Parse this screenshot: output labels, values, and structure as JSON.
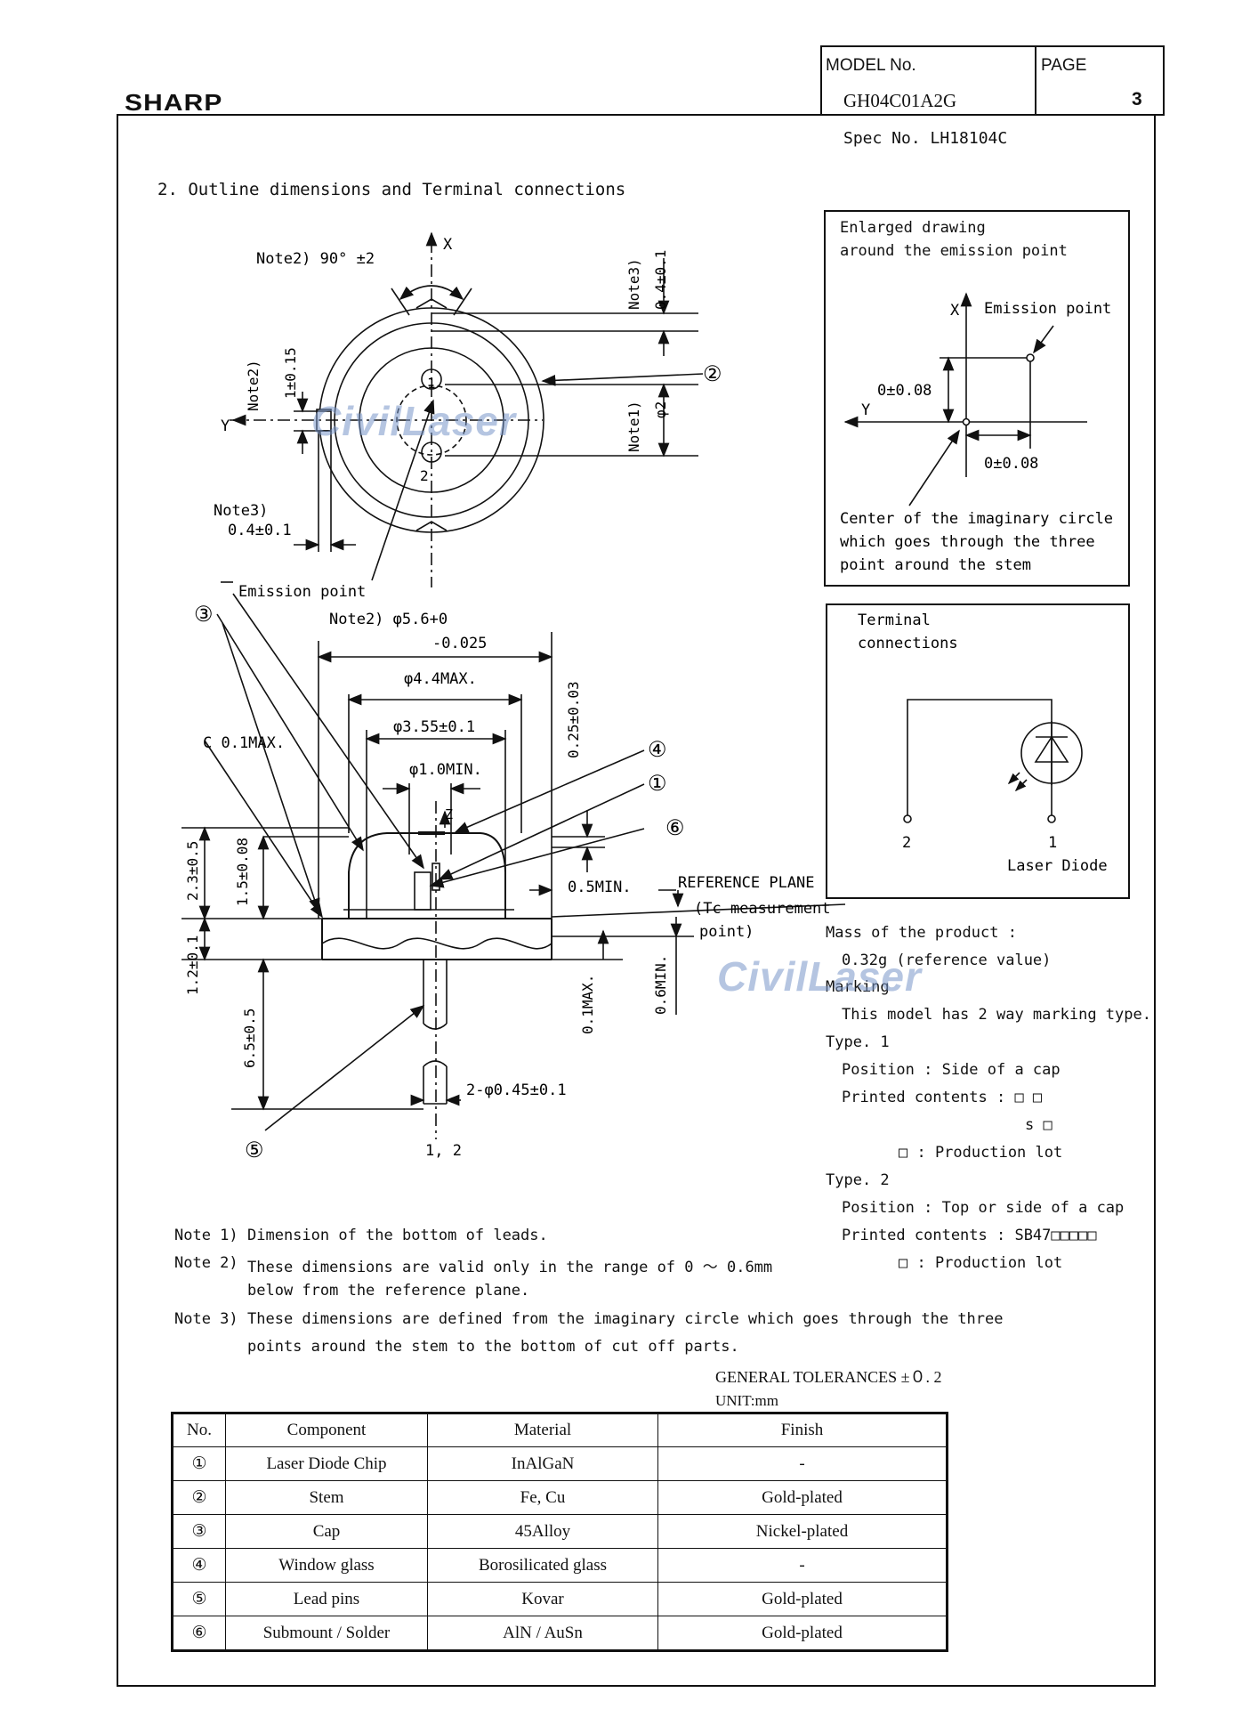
{
  "header": {
    "brand": "SHARP",
    "model_label": "MODEL No.",
    "model_value": "GH04C01A2G",
    "page_label": "PAGE",
    "page_value": "3",
    "spec": "Spec No. LH18104C"
  },
  "section_title": "2. Outline dimensions and Terminal connections",
  "drawing": {
    "note2_angle": "Note2) 90°  ±2",
    "axis_x": "X",
    "axis_y": "Y",
    "note3_top": "Note3)",
    "note3_top_val": "0.4±0.1",
    "note2_side": "Note2)",
    "note2_side_val": "1±0.15",
    "note1": "Note1)",
    "note1_val": "φ2",
    "pin1": "1",
    "pin2": "2",
    "callout2": "②",
    "note3_bottom": "Note3)",
    "note3_bottom_val": "0.4±0.1",
    "emission_point": "Emission point",
    "callout3": "③",
    "note2_dia": "Note2) φ5.6+0",
    "dia_tol": "-0.025",
    "dia_44": "φ4.4MAX.",
    "dia_355": "φ3.55±0.1",
    "dia_10": "φ1.0MIN.",
    "chamfer": "C  0.1MAX.",
    "z_axis": "Z",
    "dim_025": "0.25±0.03",
    "callout4": "④",
    "callout1": "①",
    "callout6": "⑥",
    "dim_05min": "0.5MIN.",
    "ref_plane": "REFERENCE PLANE",
    "tc_meas": "(Tc measurement",
    "tc_point": "point)",
    "dim_23": "2.3±0.5",
    "dim_15": "1.5±0.08",
    "dim_12": "1.2±0.1",
    "dim_65": "6.5±0.5",
    "dim_01max": "0.1MAX.",
    "dim_06min": "0.6MIN.",
    "lead_dia": "2-φ0.45±0.1",
    "leads": "1, 2",
    "callout5": "⑤"
  },
  "enlarged": {
    "title1": "Enlarged drawing",
    "title2": "around the emission point",
    "x": "X",
    "y": "Y",
    "emission": "Emission point",
    "dim_v": "0±0.08",
    "dim_h": "0±0.08",
    "center1": "Center of the imaginary circle",
    "center2": "which goes through the three",
    "center3": "point around the stem"
  },
  "terminal": {
    "title1": "Terminal",
    "title2": "connections",
    "pin2": "2",
    "pin1": "1",
    "label": "Laser Diode"
  },
  "mass": {
    "title": "Mass of the product :",
    "value": "0.32g (reference value)"
  },
  "marking": {
    "title": "Marking",
    "desc": "This model has 2 way marking type.",
    "type1": "Type. 1",
    "type1_pos": "Position : Side of a cap",
    "type1_printed": "Printed contents :  □ □",
    "type1_line2": "s □",
    "type1_lot": "□ :  Production lot",
    "type2": "Type. 2",
    "type2_pos": "Position : Top or side of a cap",
    "type2_printed": "Printed contents :  SB47□□□□□",
    "type2_lot": "□ :  Production lot"
  },
  "notes": {
    "n1_label": "Note 1)",
    "n1": "Dimension of the bottom of leads.",
    "n2_label": "Note 2)",
    "n2a": "These dimensions are valid only in the range of 0 ～ 0.6mm",
    "n2b": "below from the reference plane.",
    "n3_label": "Note 3)",
    "n3a": "These dimensions are defined from the imaginary circle which goes through the three",
    "n3b": "points around the stem to the bottom of cut off parts."
  },
  "tolerances": "GENERAL TOLERANCES ±０. 2",
  "unit": "UNIT:mm",
  "parts_table": {
    "headers": [
      "No.",
      "Component",
      "Material",
      "Finish"
    ],
    "rows": [
      {
        "no": "①",
        "component": "Laser Diode Chip",
        "material": "InAlGaN",
        "finish": "-"
      },
      {
        "no": "②",
        "component": "Stem",
        "material": "Fe, Cu",
        "finish": "Gold-plated"
      },
      {
        "no": "③",
        "component": "Cap",
        "material": "45Alloy",
        "finish": "Nickel-plated"
      },
      {
        "no": "④",
        "component": "Window glass",
        "material": "Borosilicated glass",
        "finish": "-"
      },
      {
        "no": "⑤",
        "component": "Lead pins",
        "material": "Kovar",
        "finish": "Gold-plated"
      },
      {
        "no": "⑥",
        "component": "Submount / Solder",
        "material": "AlN / AuSn",
        "finish": "Gold-plated"
      }
    ]
  },
  "watermark": "CivilLaser"
}
